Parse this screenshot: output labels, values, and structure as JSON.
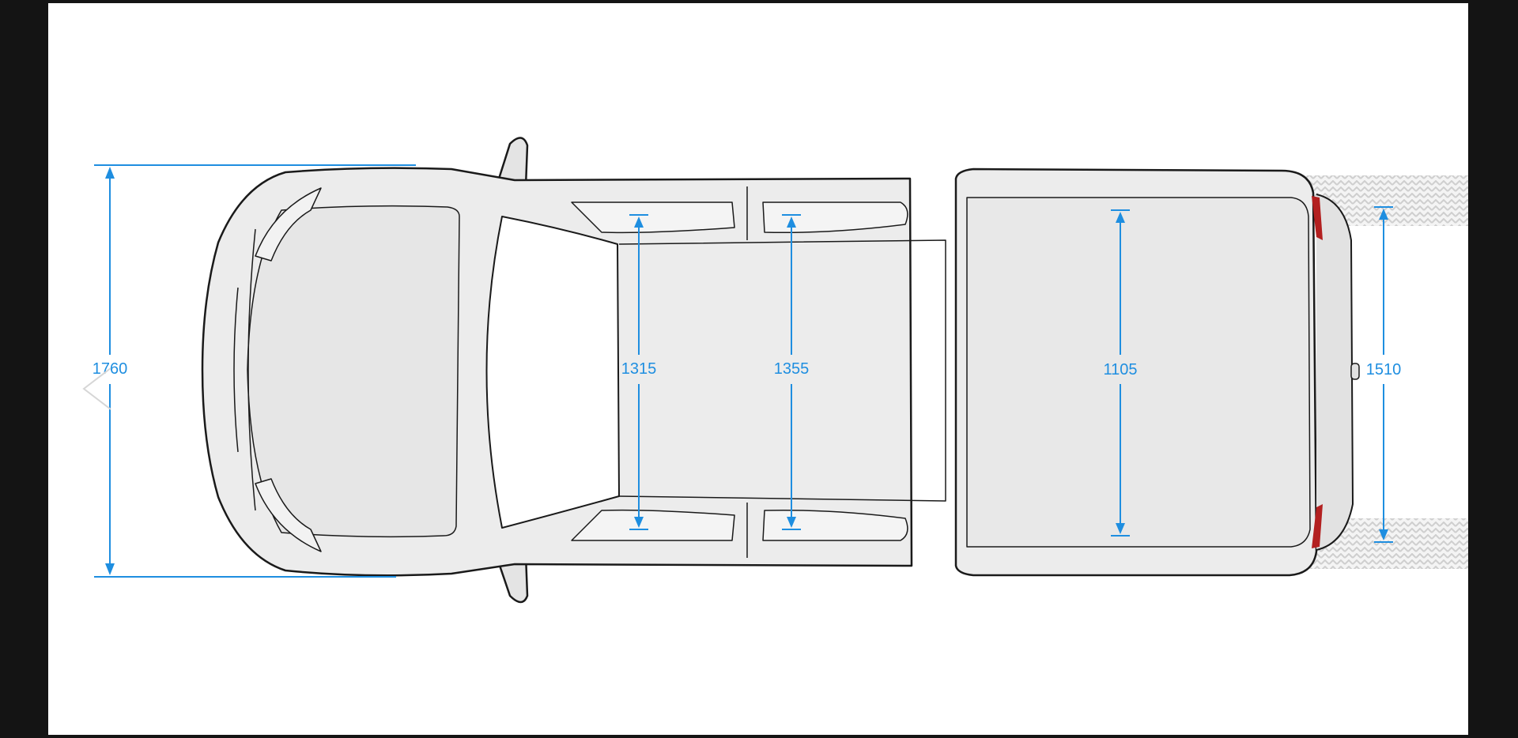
{
  "viewer": {
    "prev_icon": "chevron-left-icon"
  },
  "diagram": {
    "subject": "pickup-truck-top-view",
    "dimension_color": "#1e8ee0",
    "body_color": "#ececec",
    "outline_color": "#1a1a1a",
    "dimensions": {
      "overall_width": "1760",
      "front_seat_width": "1315",
      "rear_seat_width": "1355",
      "bed_width": "1105",
      "rear_track": "1510"
    }
  }
}
